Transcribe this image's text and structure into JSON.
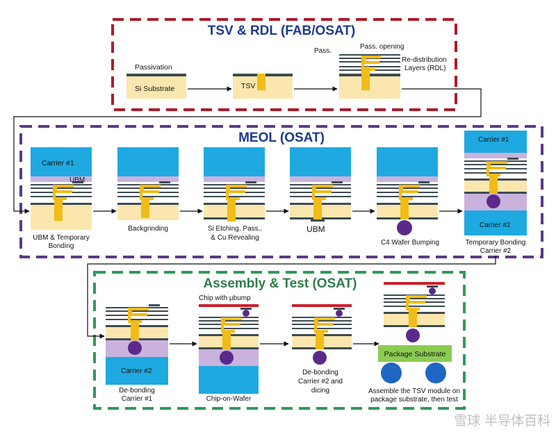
{
  "sections": {
    "tsv_rdl": {
      "title": "TSV & RDL (FAB/OSAT)"
    },
    "meol": {
      "title": "MEOL (OSAT)"
    },
    "assembly": {
      "title": "Assembly & Test (OSAT)"
    }
  },
  "labels": {
    "passivation": "Passivation",
    "si_substrate": "Si Substrate",
    "tsv": "TSV",
    "pass": "Pass.",
    "pass_opening": "Pass. opening",
    "rdl_1": "Re-distribution",
    "rdl_2": "Layers (RDL)",
    "carrier1": "Carrier #1",
    "ubm_small": "UBM",
    "ubm_temp_1": "UBM & Temporary",
    "ubm_temp_2": "Bonding",
    "backgrinding": "Backgrinding",
    "si_etch_1": "Si Etching, Pass.,",
    "si_etch_2": "& Cu Revealing",
    "ubm": "UBM",
    "c4": "C4 Wafer Bumping",
    "carrier1_b": "Carrier #1",
    "carrier2": "Carrier #2",
    "temp_bond_1": "Temporary Bonding",
    "temp_bond_2": "Carrier #2",
    "carrier2_b": "Carrier #2",
    "debond1_1": "De-bonding",
    "debond1_2": "Carrier #1",
    "chip_ubump": "Chip with µbump",
    "cow": "Chip-on-Wafer",
    "debond2_1": "De-bonding",
    "debond2_2": "Carrier #2 and",
    "debond2_3": "dicing",
    "pkg_sub": "Package Substrate",
    "assemble_1": "Assemble the TSV module on",
    "assemble_2": "package substrate, then test"
  },
  "watermark": "雪球 半导体百科",
  "colors": {
    "red_dash": "#b11a2a",
    "purple_dash": "#5b3a86",
    "green_dash": "#2e9a5a",
    "substrate": "#fbe7ad",
    "carrier": "#1fa9e1",
    "gold": "#f0bc18",
    "bump": "#5a2a8a",
    "adhesive": "#c9b3dd",
    "dark_layer": "#3d4a52",
    "red_layer": "#cc1f2a",
    "green_pkg": "#8ccb52",
    "blue_ball": "#1f66c4"
  }
}
